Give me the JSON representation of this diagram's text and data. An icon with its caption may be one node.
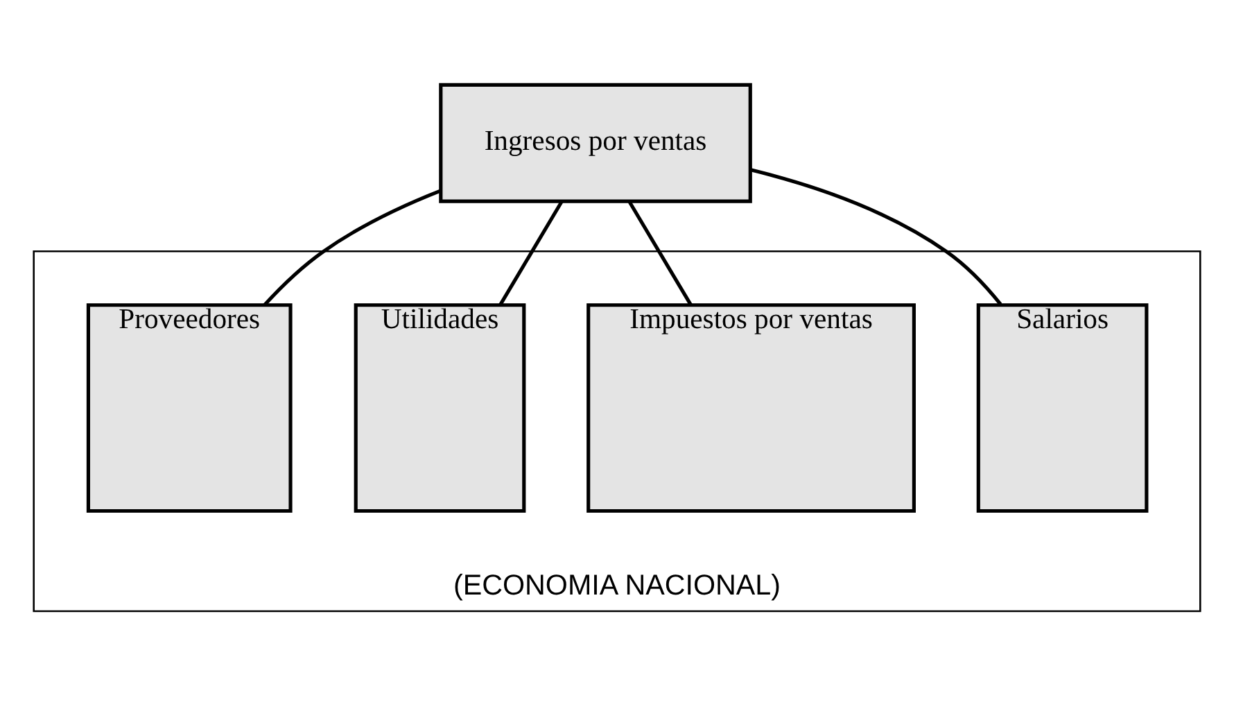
{
  "diagram": {
    "nodes": [
      {
        "text": [
          "Ingresos por ventas"
        ]
      },
      {
        "text": [
          "(ECONOMIA NACIONAL)"
        ]
      },
      {
        "text": [
          "Salarios"
        ],
        "in": 1
      },
      {
        "text": [
          "Impuestos por ventas"
        ],
        "in": 1
      },
      {
        "text": [
          "Utilidades"
        ],
        "in": 1
      },
      {
        "text": [
          "Proveedores"
        ],
        "in": 1
      }
    ],
    "edges": [
      {
        "from": 0,
        "to": 2,
        "arrow": "none"
      },
      {
        "from": 0,
        "to": 3,
        "arrow": "none"
      },
      {
        "from": 0,
        "to": 4,
        "arrow": "none"
      },
      {
        "from": 0,
        "to": 5,
        "arrow": "none"
      }
    ]
  }
}
